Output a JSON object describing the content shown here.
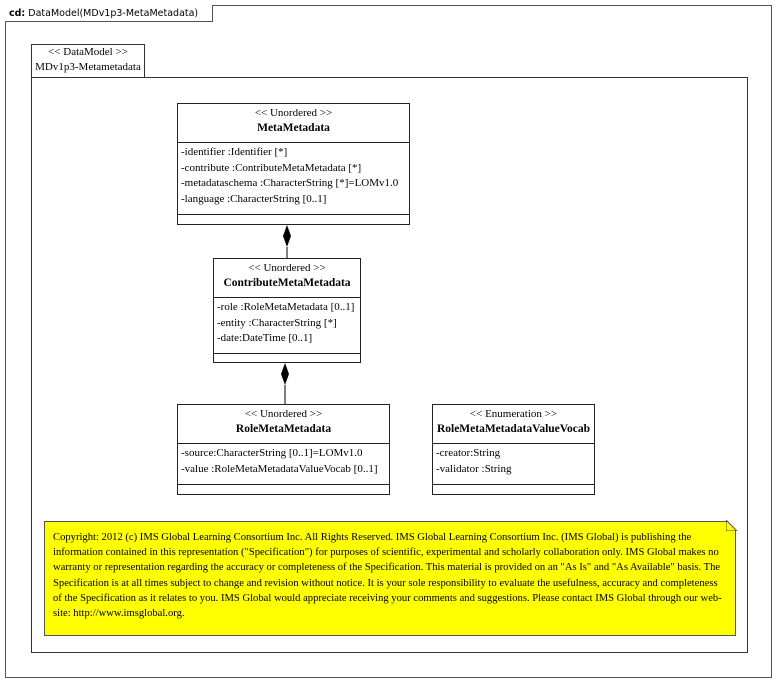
{
  "frame": {
    "kind": "cd:",
    "title": "DataModel(MDv1p3-MetaMetadata)"
  },
  "package": {
    "stereotype": "<< DataModel >>",
    "name": "MDv1p3-Metametadata"
  },
  "classes": {
    "metametadata": {
      "stereotype": "<< Unordered >>",
      "name": "MetaMetadata",
      "attributes": [
        "-identifier  :Identifier  [*]",
        "-contribute  :ContributeMetaMetadata  [*]",
        "-metadataschema  :CharacterString  [*]=LOMv1.0",
        "-language  :CharacterString  [0..1]"
      ]
    },
    "contribute": {
      "stereotype": "<< Unordered >>",
      "name": "ContributeMetaMetadata",
      "attributes": [
        "-role :RoleMetaMetadata [0..1]",
        "-entity :CharacterString  [*]",
        "-date:DateTime  [0..1]"
      ]
    },
    "role": {
      "stereotype": "<< Unordered >>",
      "name": "RoleMetaMetadata",
      "attributes": [
        "-source:CharacterString  [0..1]=LOMv1.0",
        "-value :RoleMetaMetadataValueVocab   [0..1]"
      ]
    },
    "vocab": {
      "stereotype": "<< Enumeration  >>",
      "name": "RoleMetaMetadataValueVocab",
      "attributes": [
        "-creator:String",
        "-validator :String"
      ]
    }
  },
  "note": {
    "text": "Copyright: 2012 (c) IMS Global Learning Consortium Inc.  All Rights Reserved.  IMS Global Learning Consortium Inc. (IMS Global) is publishing the information contained in this representation (\"Specification\") for purposes of scientific, experimental and scholarly collaboration only.  IMS Global makes no warranty or representation regarding the accuracy or completeness of the Specification.  This material is provided on an \"As Is\" and \"As Available\" basis.  The Specification is at all times subject to change and revision without notice.  It is your sole responsibility to evaluate the usefulness, accuracy and completeness of the Specification as it relates to you.  IMS Global would appreciate receiving your comments and suggestions.  Please contact IMS Global through our web-site: http://www.imsglobal.org."
  }
}
